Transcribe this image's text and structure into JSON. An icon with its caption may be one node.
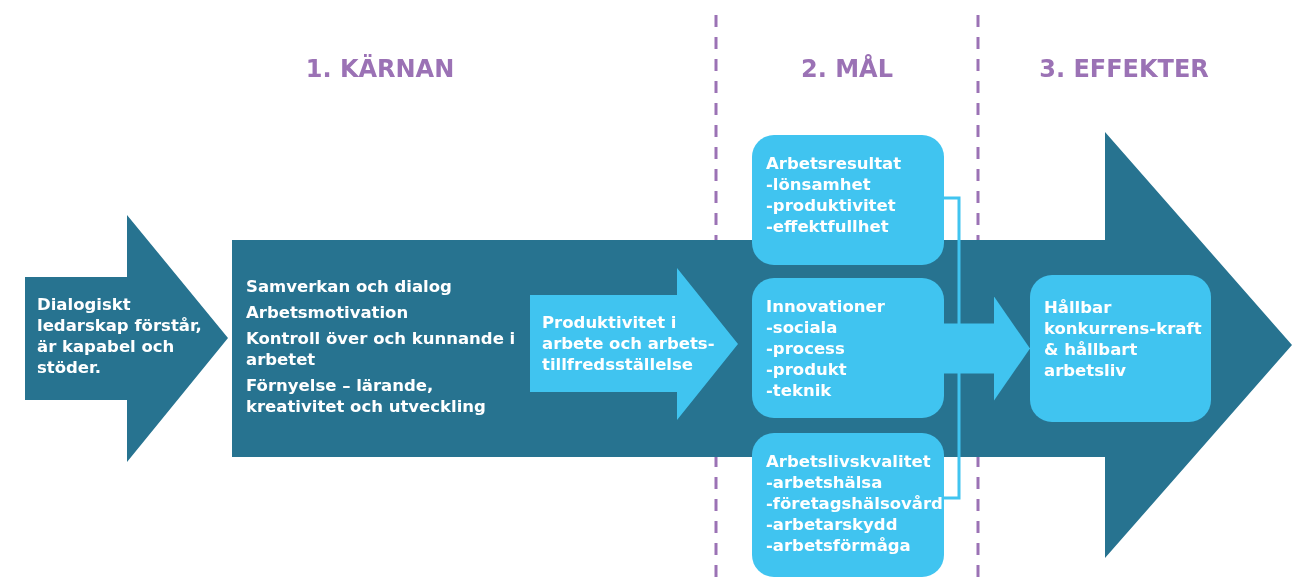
{
  "diagram": {
    "nodes": [
      {
        "text": [
          "Dialogiskt ledarskap förstår, är kapabel och stöder."
        ]
      },
      {
        "text": [
          "Samverkan och dialog",
          "Arbetsmotivation",
          "Kontroll över och kunnande i arbetet",
          "Förnyelse – lärande, kreativitet och utveckling"
        ]
      },
      {
        "text": [
          "Produktivitet i arbete och arbets-tillfredsställelse"
        ],
        "in": 1
      },
      {
        "text": [
          "Arbetsresultat",
          "-lönsamhet",
          "-produktivitet",
          "-effektfullhet"
        ]
      },
      {
        "text": [
          "Innovationer",
          "-sociala",
          "-process",
          "-produkt",
          "-teknik"
        ],
        "in": 1
      },
      {
        "text": [
          "Arbetslivskvalitet",
          "-arbetshälsa",
          "-företagshälsovård",
          "-arbetarskydd",
          "-arbetsförmåga"
        ]
      },
      {
        "text": [
          "Hållbar konkurrens-kraft & hållbart arbetsliv"
        ],
        "in": 1
      }
    ],
    "edges": [
      {
        "from": 3,
        "to": 6,
        "arrow": "to"
      },
      {
        "from": 4,
        "to": 6,
        "arrow": "to",
        "style": "thick"
      },
      {
        "from": 5,
        "to": 6,
        "arrow": "to"
      }
    ],
    "labels": [
      "1. KÄRNAN",
      "2. MÅL",
      "3. EFFEKTER"
    ]
  }
}
